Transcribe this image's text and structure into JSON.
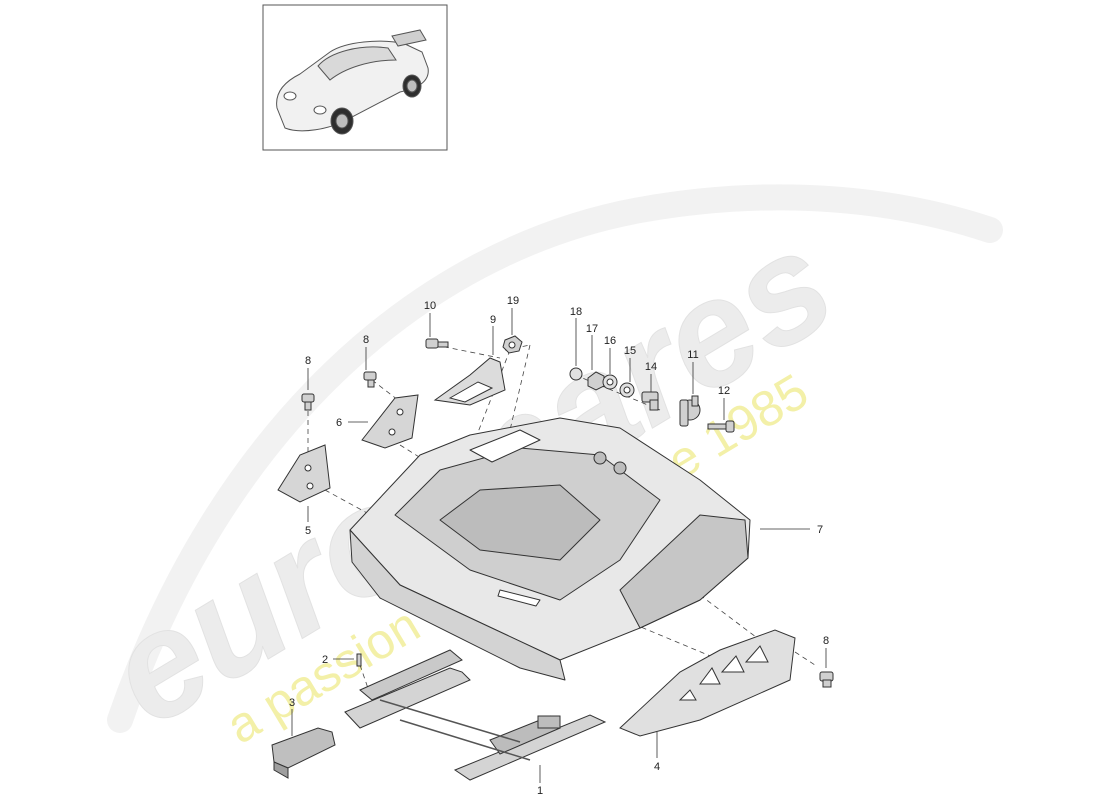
{
  "watermark": {
    "brand": "eurospares",
    "tagline": "a passion for parts since 1985"
  },
  "callouts": [
    {
      "id": "c1",
      "label": "1"
    },
    {
      "id": "c2",
      "label": "2"
    },
    {
      "id": "c3",
      "label": "3"
    },
    {
      "id": "c4",
      "label": "4"
    },
    {
      "id": "c5",
      "label": "5"
    },
    {
      "id": "c6",
      "label": "6"
    },
    {
      "id": "c7",
      "label": "7"
    },
    {
      "id": "c8a",
      "label": "8"
    },
    {
      "id": "c8b",
      "label": "8"
    },
    {
      "id": "c8c",
      "label": "8"
    },
    {
      "id": "c9",
      "label": "9"
    },
    {
      "id": "c10",
      "label": "10"
    },
    {
      "id": "c11",
      "label": "11"
    },
    {
      "id": "c12",
      "label": "12"
    },
    {
      "id": "c14",
      "label": "14"
    },
    {
      "id": "c15",
      "label": "15"
    },
    {
      "id": "c16",
      "label": "16"
    },
    {
      "id": "c17",
      "label": "17"
    },
    {
      "id": "c18",
      "label": "18"
    },
    {
      "id": "c19",
      "label": "19"
    }
  ],
  "colors": {
    "part_fill": "#ebebeb",
    "part_stroke": "#333333",
    "watermark_brand": "#ececec",
    "watermark_tagline": "#f3f0a8"
  }
}
